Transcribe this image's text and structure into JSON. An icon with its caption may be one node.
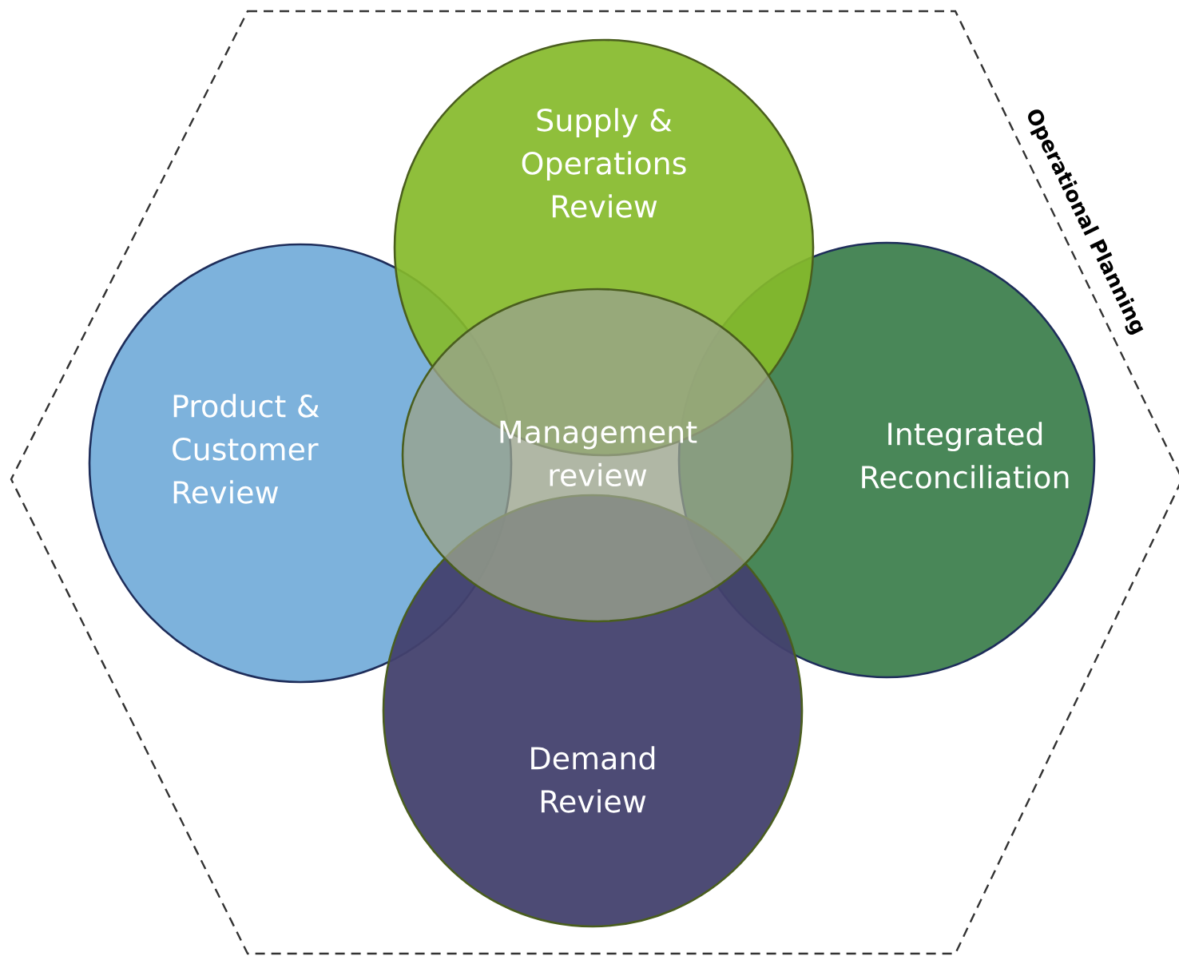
{
  "diagram": {
    "nodes": [
      {
        "text": [
          "Operational Planning"
        ]
      },
      {
        "text": [
          "Supply & Operations Review"
        ],
        "in": 0
      },
      {
        "text": [
          "Product & Customer Review"
        ],
        "in": 0
      },
      {
        "text": [
          "Integrated Reconciliation"
        ],
        "in": 0
      },
      {
        "text": [
          "Demand Review"
        ],
        "in": 0
      },
      {
        "text": [
          "Management review"
        ],
        "in": 0
      }
    ]
  }
}
